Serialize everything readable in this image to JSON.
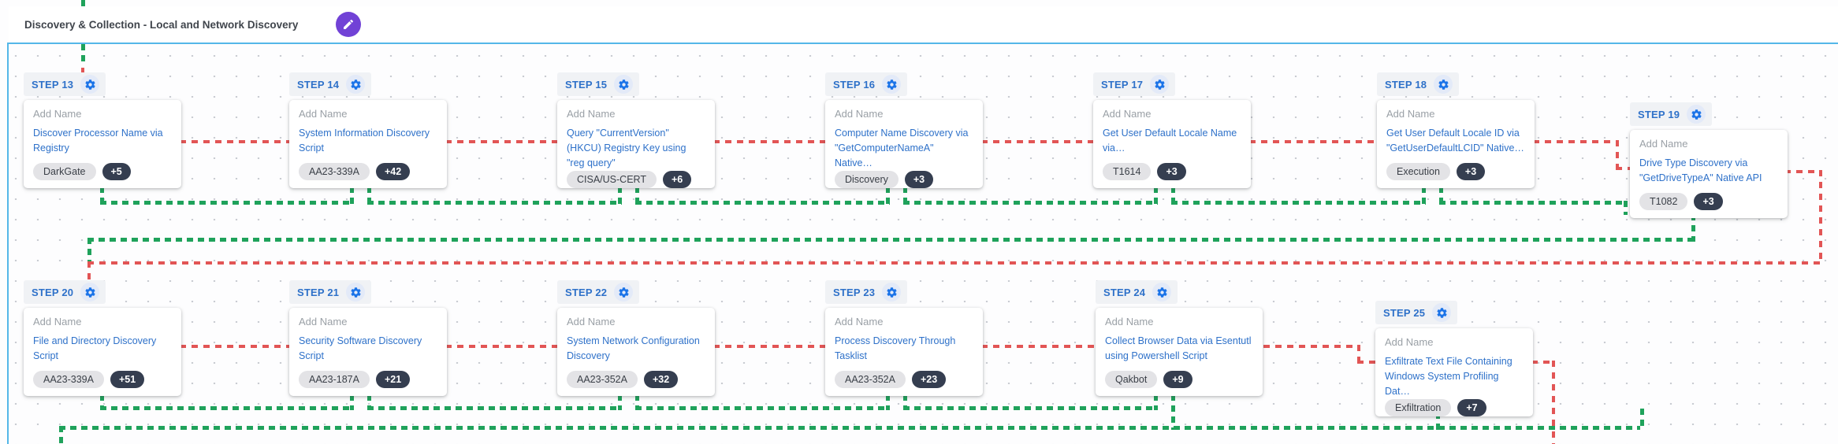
{
  "header": {
    "title": "Discovery & Collection - Local and Network Discovery",
    "edit_icon": "pencil-icon"
  },
  "colors": {
    "accent_purple": "#7142d6",
    "link_blue": "#2e71c9",
    "success_green": "#1fa25b",
    "failure_red": "#e25555",
    "canvas_border_teal": "#54b7e8",
    "tag_pill_bg": "#e3e3e6",
    "count_pill_bg": "#353e50"
  },
  "steps": [
    {
      "label": "STEP 13",
      "placeholder": "Add Name",
      "title": "Discover Processor Name via Registry",
      "tag": "DarkGate",
      "count": "+5"
    },
    {
      "label": "STEP 14",
      "placeholder": "Add Name",
      "title": "System Information Discovery Script",
      "tag": "AA23-339A",
      "count": "+42"
    },
    {
      "label": "STEP 15",
      "placeholder": "Add Name",
      "title": "Query \"CurrentVersion\" (HKCU) Registry Key using \"reg query\"",
      "tag": "CISA/US-CERT",
      "count": "+6"
    },
    {
      "label": "STEP 16",
      "placeholder": "Add Name",
      "title": "Computer Name Discovery via \"GetComputerNameA\" Native…",
      "tag": "Discovery",
      "count": "+3"
    },
    {
      "label": "STEP 17",
      "placeholder": "Add Name",
      "title": "Get User Default Locale Name via…",
      "tag": "T1614",
      "count": "+3"
    },
    {
      "label": "STEP 18",
      "placeholder": "Add Name",
      "title": "Get User Default Locale ID via \"GetUserDefaultLCID\" Native…",
      "tag": "Execution",
      "count": "+3"
    },
    {
      "label": "STEP 19",
      "placeholder": "Add Name",
      "title": "Drive Type Discovery via \"GetDriveTypeA\" Native API",
      "tag": "T1082",
      "count": "+3"
    },
    {
      "label": "STEP 20",
      "placeholder": "Add Name",
      "title": "File and Directory Discovery Script",
      "tag": "AA23-339A",
      "count": "+51"
    },
    {
      "label": "STEP 21",
      "placeholder": "Add Name",
      "title": "Security Software Discovery Script",
      "tag": "AA23-187A",
      "count": "+21"
    },
    {
      "label": "STEP 22",
      "placeholder": "Add Name",
      "title": "System Network Configuration Discovery",
      "tag": "AA23-352A",
      "count": "+32"
    },
    {
      "label": "STEP 23",
      "placeholder": "Add Name",
      "title": "Process Discovery Through Tasklist",
      "tag": "AA23-352A",
      "count": "+23"
    },
    {
      "label": "STEP 24",
      "placeholder": "Add Name",
      "title": "Collect Browser Data via Esentutl using Powershell Script",
      "tag": "Qakbot",
      "count": "+9"
    },
    {
      "label": "STEP 25",
      "placeholder": "Add Name",
      "title": "Exfiltrate Text File Containing Windows System Profiling Dat…",
      "tag": "Exfiltration",
      "count": "+7"
    }
  ]
}
